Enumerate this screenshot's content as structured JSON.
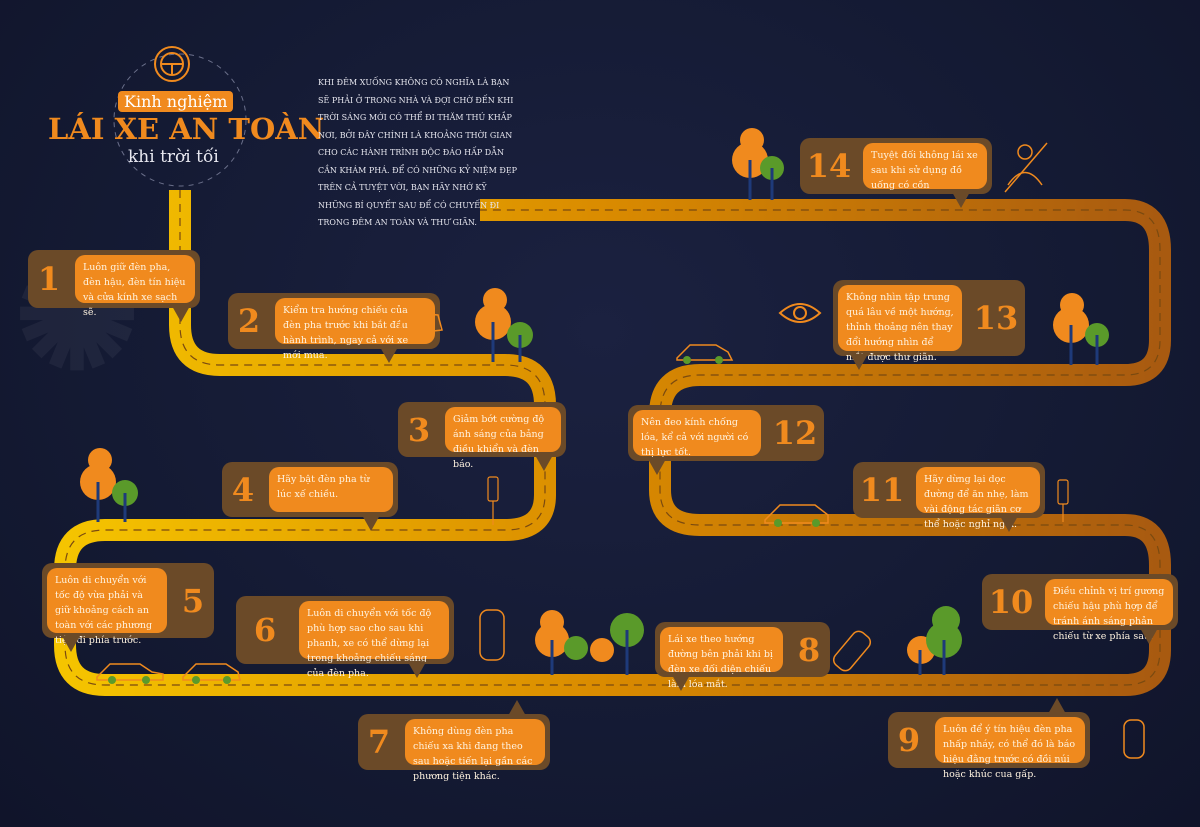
{
  "header": {
    "badge": "Kinh nghiệm",
    "title": "LÁI XE AN TOÀN",
    "subtitle": "khi trời tối",
    "intro": "Khi đêm xuống không có nghĩa là bạn sẽ phải ở trong nhà và đợi chờ đến khi trời sáng mới có thể đi thăm thú khắp nơi, bởi đây chính là khoảng thời gian cho các hành trình độc đáo hấp dẫn cần khám phá. Để có những kỷ niệm đẹp trên cả tuyệt vời, bạn hãy nhớ kỹ những bí quyết sau để có chuyến đi trong đêm an toàn và thư giãn."
  },
  "colors": {
    "accent": "#f08a1e",
    "bubble_frame": "#6b4a28",
    "road": "#f0b000",
    "tree_green": "#5a9a2a",
    "background": "#141a33"
  },
  "tips": [
    {
      "number": "1",
      "text": "Luôn giữ đèn pha, đèn hậu, đèn tín hiệu và cửa kính xe sạch sẽ."
    },
    {
      "number": "2",
      "text": "Kiểm tra hướng chiếu của đèn pha trước khi bắt đầu hành trình, ngay cả với xe mới mua."
    },
    {
      "number": "3",
      "text": "Giảm bớt cường độ ánh sáng của bảng điều khiển và đèn báo."
    },
    {
      "number": "4",
      "text": "Hãy bật đèn pha từ lúc xế chiều."
    },
    {
      "number": "5",
      "text": "Luôn di chuyển với tốc độ vừa phải và giữ khoảng cách an toàn với các phương tiện đi phía trước."
    },
    {
      "number": "6",
      "text": "Luôn di chuyển với tốc độ phù hợp sao cho sau khi phanh, xe có thể dừng lại trong khoảng chiếu sáng của đèn pha."
    },
    {
      "number": "7",
      "text": "Không dùng đèn pha chiếu xa khi đang theo sau hoặc tiến lại gần các phương tiện khác."
    },
    {
      "number": "8",
      "text": "Lái xe theo hướng đường bên phải khi bị đèn xe đối diện chiếu làm lóa mắt."
    },
    {
      "number": "9",
      "text": "Luôn để ý tín hiệu đèn pha nhấp nháy, có thể đó là báo hiệu đằng trước có đồi núi hoặc khúc cua gấp."
    },
    {
      "number": "10",
      "text": "Điều chỉnh vị trí gương chiếu hậu phù hợp để tránh ánh sáng phản chiếu từ xe phía sau."
    },
    {
      "number": "11",
      "text": "Hãy dừng lại dọc đường để ăn nhẹ, làm vài động tác giãn cơ thể hoặc nghỉ ngơi."
    },
    {
      "number": "12",
      "text": "Nên đeo kính chống lóa, kể cả với người có thị lực tốt."
    },
    {
      "number": "13",
      "text": "Không nhìn tập trung quá lâu về một hướng, thỉnh thoảng nên thay đổi hướng nhìn để mắt được thư giãn."
    },
    {
      "number": "14",
      "text": "Tuyệt đối không lái xe sau khi sử dụng đồ uống có cồn"
    }
  ]
}
